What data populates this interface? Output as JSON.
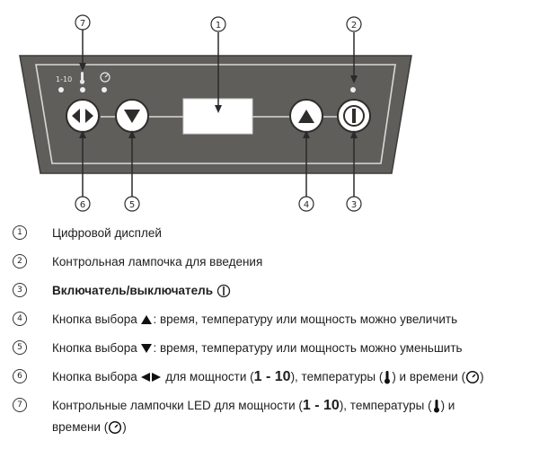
{
  "diagram": {
    "callouts": [
      "7",
      "1",
      "2",
      "6",
      "5",
      "4",
      "3"
    ],
    "panel_power_range": "1-10",
    "colors": {
      "panel": "#5f5e5b",
      "display": "#ffffff",
      "button": "#ffffff",
      "arrow": "#2e2d2b"
    }
  },
  "legend": [
    {
      "num": "1",
      "parts": [
        "Цифровой дисплей"
      ]
    },
    {
      "num": "2",
      "parts": [
        "Контрольная лампочка для введения"
      ]
    },
    {
      "num": "3",
      "label": "Включатель/выключатель",
      "icon": "power-icon"
    },
    {
      "num": "4",
      "before": "Кнопка выбора ",
      "after": ": время, температуру или мощность можно увеличить",
      "icon": "triangle-up-icon"
    },
    {
      "num": "5",
      "before": "Кнопка выбора ",
      "after": ": время, температуру или мощность можно уменьшить",
      "icon": "triangle-down-icon"
    },
    {
      "num": "6",
      "before": "Кнопка выбора ",
      "mid1": " для мощности (",
      "range": "1 - 10",
      "mid2": "), температуры (",
      "mid3": ") и времени (",
      "end": ")",
      "icons": [
        "left-right-arrows-icon",
        "thermometer-icon",
        "clock-icon"
      ]
    },
    {
      "num": "7",
      "before": "Контрольные лампочки LED для мощности (",
      "range": "1 - 10",
      "mid2": "), температуры (",
      "mid3": ") и",
      "line2_before": "времени (",
      "line2_after": ")",
      "icons": [
        "thermometer-icon",
        "clock-icon"
      ]
    }
  ]
}
